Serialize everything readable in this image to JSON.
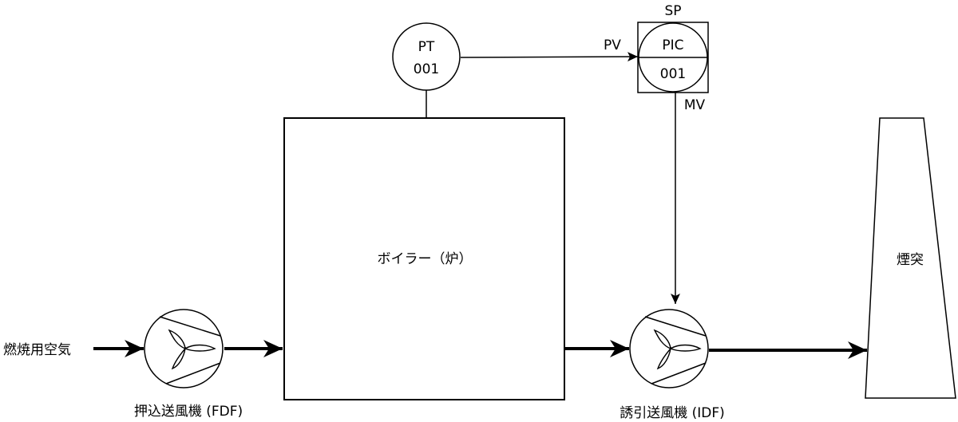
{
  "labels": {
    "pt_top": "PT",
    "pt_bottom": "001",
    "pic_top": "PIC",
    "pic_bottom": "001",
    "sp": "SP",
    "pv": "PV",
    "mv": "MV",
    "boiler": "ボイラー（炉）",
    "stack": "煙突",
    "combustion_air": "燃焼用空気",
    "fdf": "押込送風機 (FDF)",
    "idf": "誘引送風機 (IDF)"
  },
  "colors": {
    "stroke": "#000000",
    "fill": "#ffffff"
  }
}
